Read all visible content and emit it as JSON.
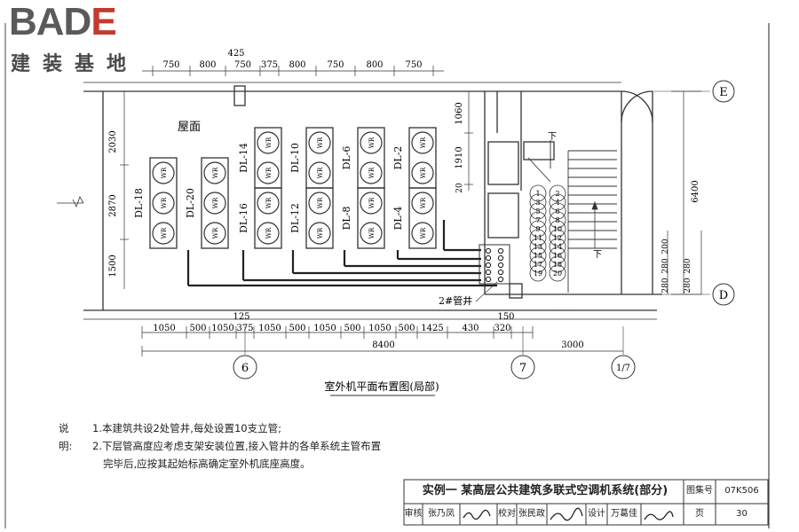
{
  "logo": {
    "text_prefix": "BAD",
    "text_accent": "E",
    "subtitle": "建装基地",
    "accent_color": "#c43a2e"
  },
  "plan": {
    "title": "室外机平面布置图(局部)",
    "roof_label": "屋面",
    "shaft_label": "2#管井",
    "unit_label": "WR",
    "top_dims": [
      "750",
      "800",
      "750",
      "375",
      "800",
      "750",
      "800",
      "750"
    ],
    "top_extra_dim": "425",
    "bottom_dims": [
      "1050",
      "500",
      "1050",
      "375",
      "1050",
      "500",
      "1050",
      "500",
      "1050",
      "500",
      "1425",
      "430",
      "320"
    ],
    "bottom_extra_dims": [
      "125",
      "150"
    ],
    "overall_left": "8400",
    "overall_right": "3000",
    "left_dims": [
      "2030",
      "2870",
      "1500"
    ],
    "mid_dims": [
      "1060",
      "1910",
      "20"
    ],
    "right_dims": [
      "6400",
      "200",
      "280",
      "280",
      "280",
      "280"
    ],
    "grid_axes": {
      "E": "E",
      "D": "D",
      "g6": "6",
      "g7": "7",
      "g17": "1/7"
    },
    "down_labels": [
      "下",
      "下"
    ],
    "units": [
      {
        "label": "DL-18",
        "count": 3
      },
      {
        "label": "DL-20",
        "count": 3
      },
      {
        "label": "DL-14",
        "count": 2
      },
      {
        "label": "DL-16",
        "count": 2
      },
      {
        "label": "DL-10",
        "count": 2
      },
      {
        "label": "DL-12",
        "count": 2
      },
      {
        "label": "DL-6",
        "count": 2
      },
      {
        "label": "DL-8",
        "count": 2
      },
      {
        "label": "DL-2",
        "count": 2
      },
      {
        "label": "DL-4",
        "count": 2
      }
    ],
    "pipe_circles": [
      "1",
      "2",
      "3",
      "4",
      "5",
      "6",
      "7",
      "8",
      "9",
      "10",
      "11",
      "12",
      "13",
      "14",
      "15",
      "16",
      "17",
      "18",
      "19",
      "20"
    ]
  },
  "notes": {
    "label": "说明:",
    "lines": [
      "1.本建筑共设2处管井,每处设置10支立管;",
      "2.下层管高度应考虑支架安装位置,接入管井的各单系统主管布置",
      "完毕后,应按其起始标高确定室外机底座高度。"
    ]
  },
  "title_block": {
    "title": "实例一 某高层公共建筑多联式空调机系统(部分)",
    "atlas_label": "图集号",
    "atlas_no": "07K506",
    "review_label": "审核",
    "reviewer": "张乃凤",
    "check_label": "校对",
    "checker": "张民政",
    "design_label": "设计",
    "designer": "万葛佳",
    "page_label": "页",
    "page_no": "30"
  }
}
